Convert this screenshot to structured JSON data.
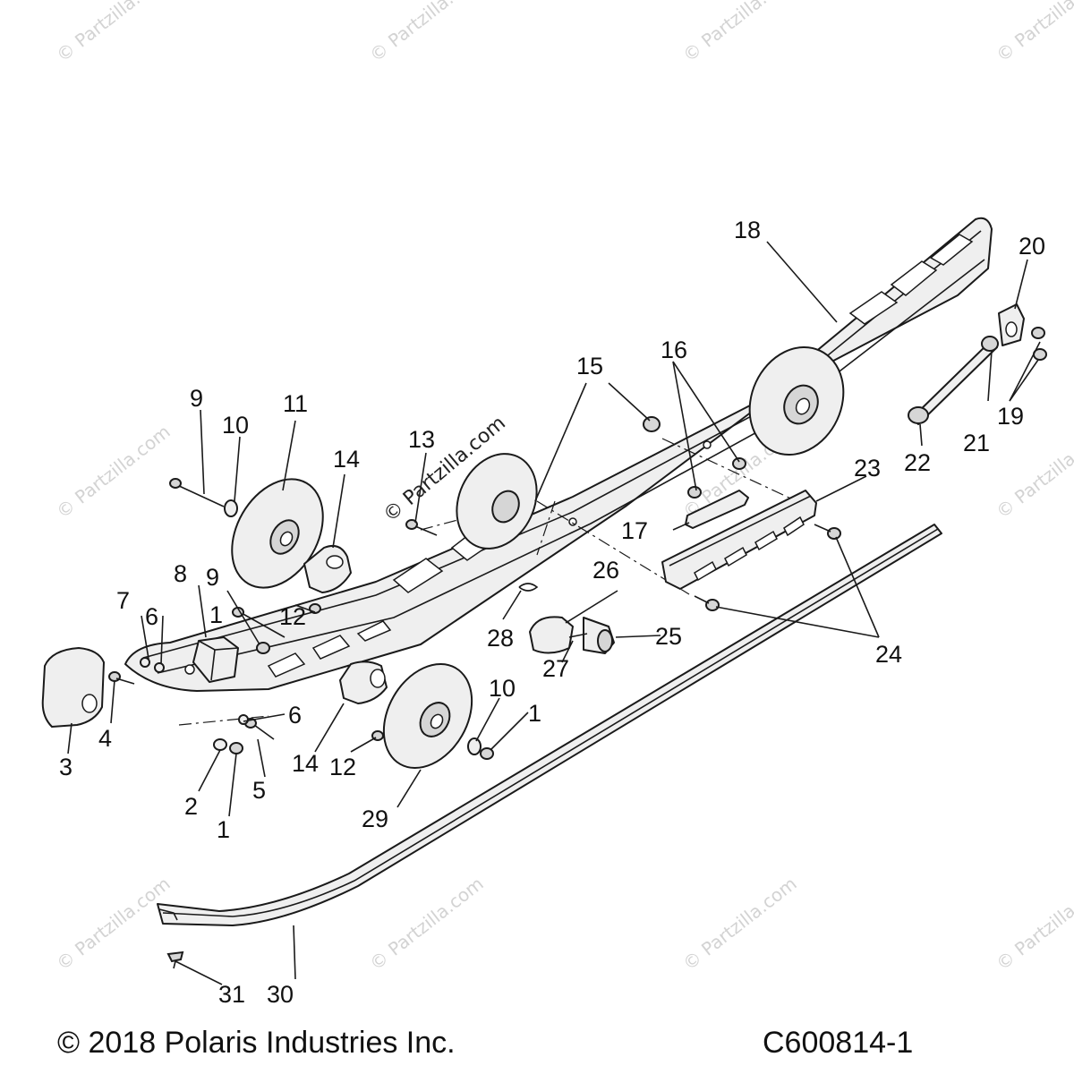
{
  "watermark": {
    "text": "© Partzilla.com",
    "color": "#d3d3d3"
  },
  "center_watermark": "© Partzilla.com",
  "callouts": {
    "c1a": "1",
    "c1b": "1",
    "c1c": "1",
    "c2": "2",
    "c3": "3",
    "c4": "4",
    "c5": "5",
    "c6a": "6",
    "c6b": "6",
    "c7": "7",
    "c8": "8",
    "c9a": "9",
    "c9b": "9",
    "c10a": "10",
    "c10b": "10",
    "c11": "11",
    "c12a": "12",
    "c12b": "12",
    "c13": "13",
    "c14a": "14",
    "c14b": "14",
    "c15": "15",
    "c16": "16",
    "c17": "17",
    "c18": "18",
    "c19": "19",
    "c20": "20",
    "c21": "21",
    "c22": "22",
    "c23": "23",
    "c24": "24",
    "c25": "25",
    "c26": "26",
    "c27": "27",
    "c28": "28",
    "c29": "29",
    "c30": "30",
    "c31": "31"
  },
  "footer": {
    "copyright": "© 2018 Polaris Industries Inc.",
    "figure_code": "C600814-1"
  }
}
